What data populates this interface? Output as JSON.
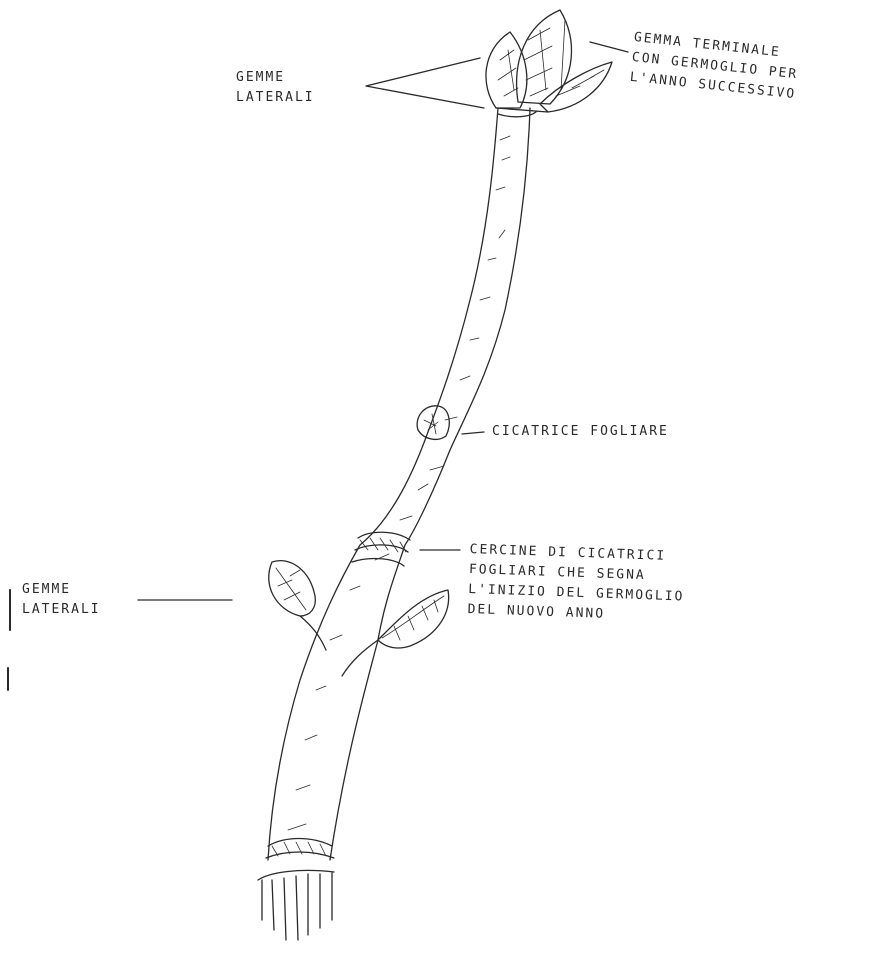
{
  "diagram": {
    "ink_color": "#2a2a2a",
    "labels": {
      "lateral_buds_top": [
        "GEMME",
        "LATERALI"
      ],
      "terminal_bud": [
        "GEMMA TERMINALE",
        "CON GERMOGLIO PER",
        "L'ANNO SUCCESSIVO"
      ],
      "leaf_scar": [
        "CICATRICE FOGLIARE"
      ],
      "scar_ring": [
        "CERCINE DI CICATRICI",
        "FOGLIARI CHE SEGNA",
        "L'INIZIO DEL GERMOGLIO",
        "DEL NUOVO ANNO"
      ],
      "lateral_buds_bottom": [
        "GEMME",
        "LATERALI"
      ]
    }
  }
}
